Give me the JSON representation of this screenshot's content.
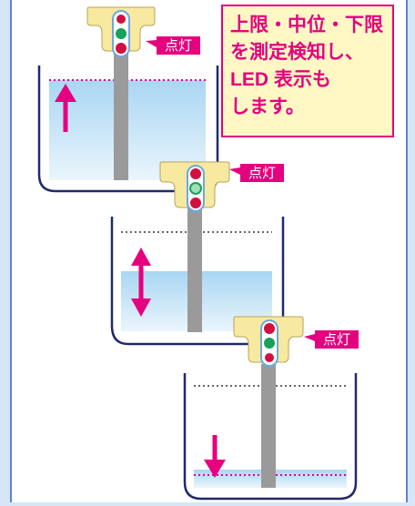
{
  "callout": {
    "text": "上限・中位・下限\nを測定検知し、\nLED 表示も\nします。"
  },
  "stages": [
    {
      "badge": "点灯",
      "lit": "top",
      "arrow": "up"
    },
    {
      "badge": "点灯",
      "lit": "middle",
      "arrow": "both"
    },
    {
      "badge": "点灯",
      "lit": "bottom",
      "arrow": "down"
    }
  ],
  "colors": {
    "magenta": "#e5007f",
    "water_top": "#bfe0f5",
    "water_bottom": "#e6f3fb",
    "sensor_body": "#f8e9a1",
    "led_red": "#d1103f",
    "led_green": "#19a05a",
    "probe": "#9a9a9a",
    "frame": "#5a86c6"
  }
}
